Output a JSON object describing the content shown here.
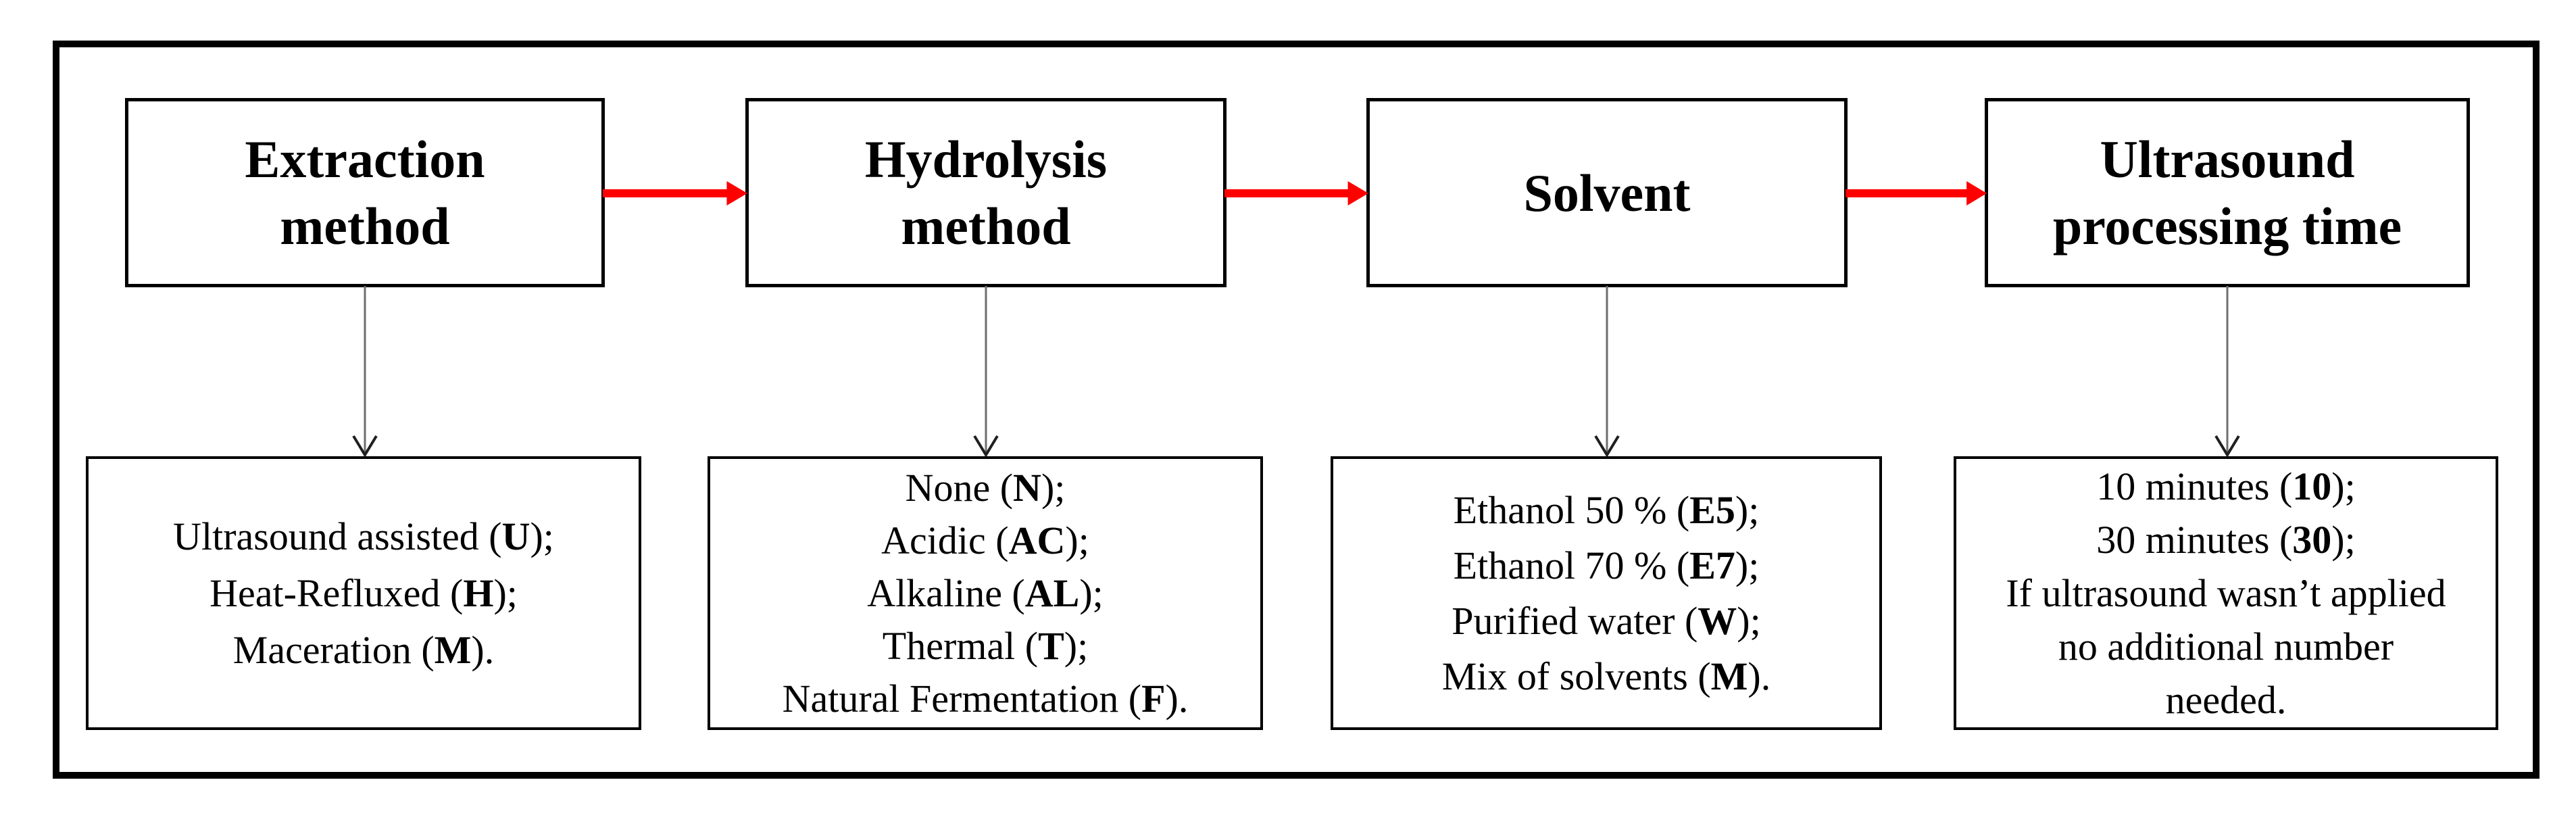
{
  "colors": {
    "flow_arrow": "#ff0000",
    "down_arrow_line": "#6e6e6e",
    "down_arrow_head": "#1f1f1f",
    "border": "#000000",
    "background": "#ffffff"
  },
  "columns": [
    {
      "header_lines": [
        "Extraction",
        "method"
      ],
      "options": [
        [
          "Ultrasound assisted (",
          {
            "b": "U"
          },
          ");"
        ],
        [
          "Heat-Refluxed (",
          {
            "b": "H"
          },
          ");"
        ],
        [
          "Maceration (",
          {
            "b": "M"
          },
          ")."
        ]
      ]
    },
    {
      "header_lines": [
        "Hydrolysis",
        "method"
      ],
      "options": [
        [
          "None (",
          {
            "b": "N"
          },
          ");"
        ],
        [
          "Acidic (",
          {
            "b": "AC"
          },
          ");"
        ],
        [
          "Alkaline (",
          {
            "b": "AL"
          },
          ");"
        ],
        [
          "Thermal (",
          {
            "b": "T"
          },
          ");"
        ],
        [
          "Natural Fermentation (",
          {
            "b": "F"
          },
          ")."
        ]
      ]
    },
    {
      "header_lines": [
        "Solvent"
      ],
      "options": [
        [
          "Ethanol 50 % (",
          {
            "b": "E5"
          },
          ");"
        ],
        [
          "Ethanol 70 % (",
          {
            "b": "E7"
          },
          ");"
        ],
        [
          "Purified water (",
          {
            "b": "W"
          },
          ");"
        ],
        [
          "Mix of solvents (",
          {
            "b": "M"
          },
          ")."
        ]
      ]
    },
    {
      "header_lines": [
        "Ultrasound",
        "processing time"
      ],
      "options": [
        [
          "10 minutes (",
          {
            "b": "10"
          },
          ");"
        ],
        [
          "30 minutes (",
          {
            "b": "30"
          },
          ");"
        ],
        [
          "If ultrasound wasn’t applied"
        ],
        [
          "no additional number"
        ],
        [
          "needed."
        ]
      ]
    }
  ]
}
